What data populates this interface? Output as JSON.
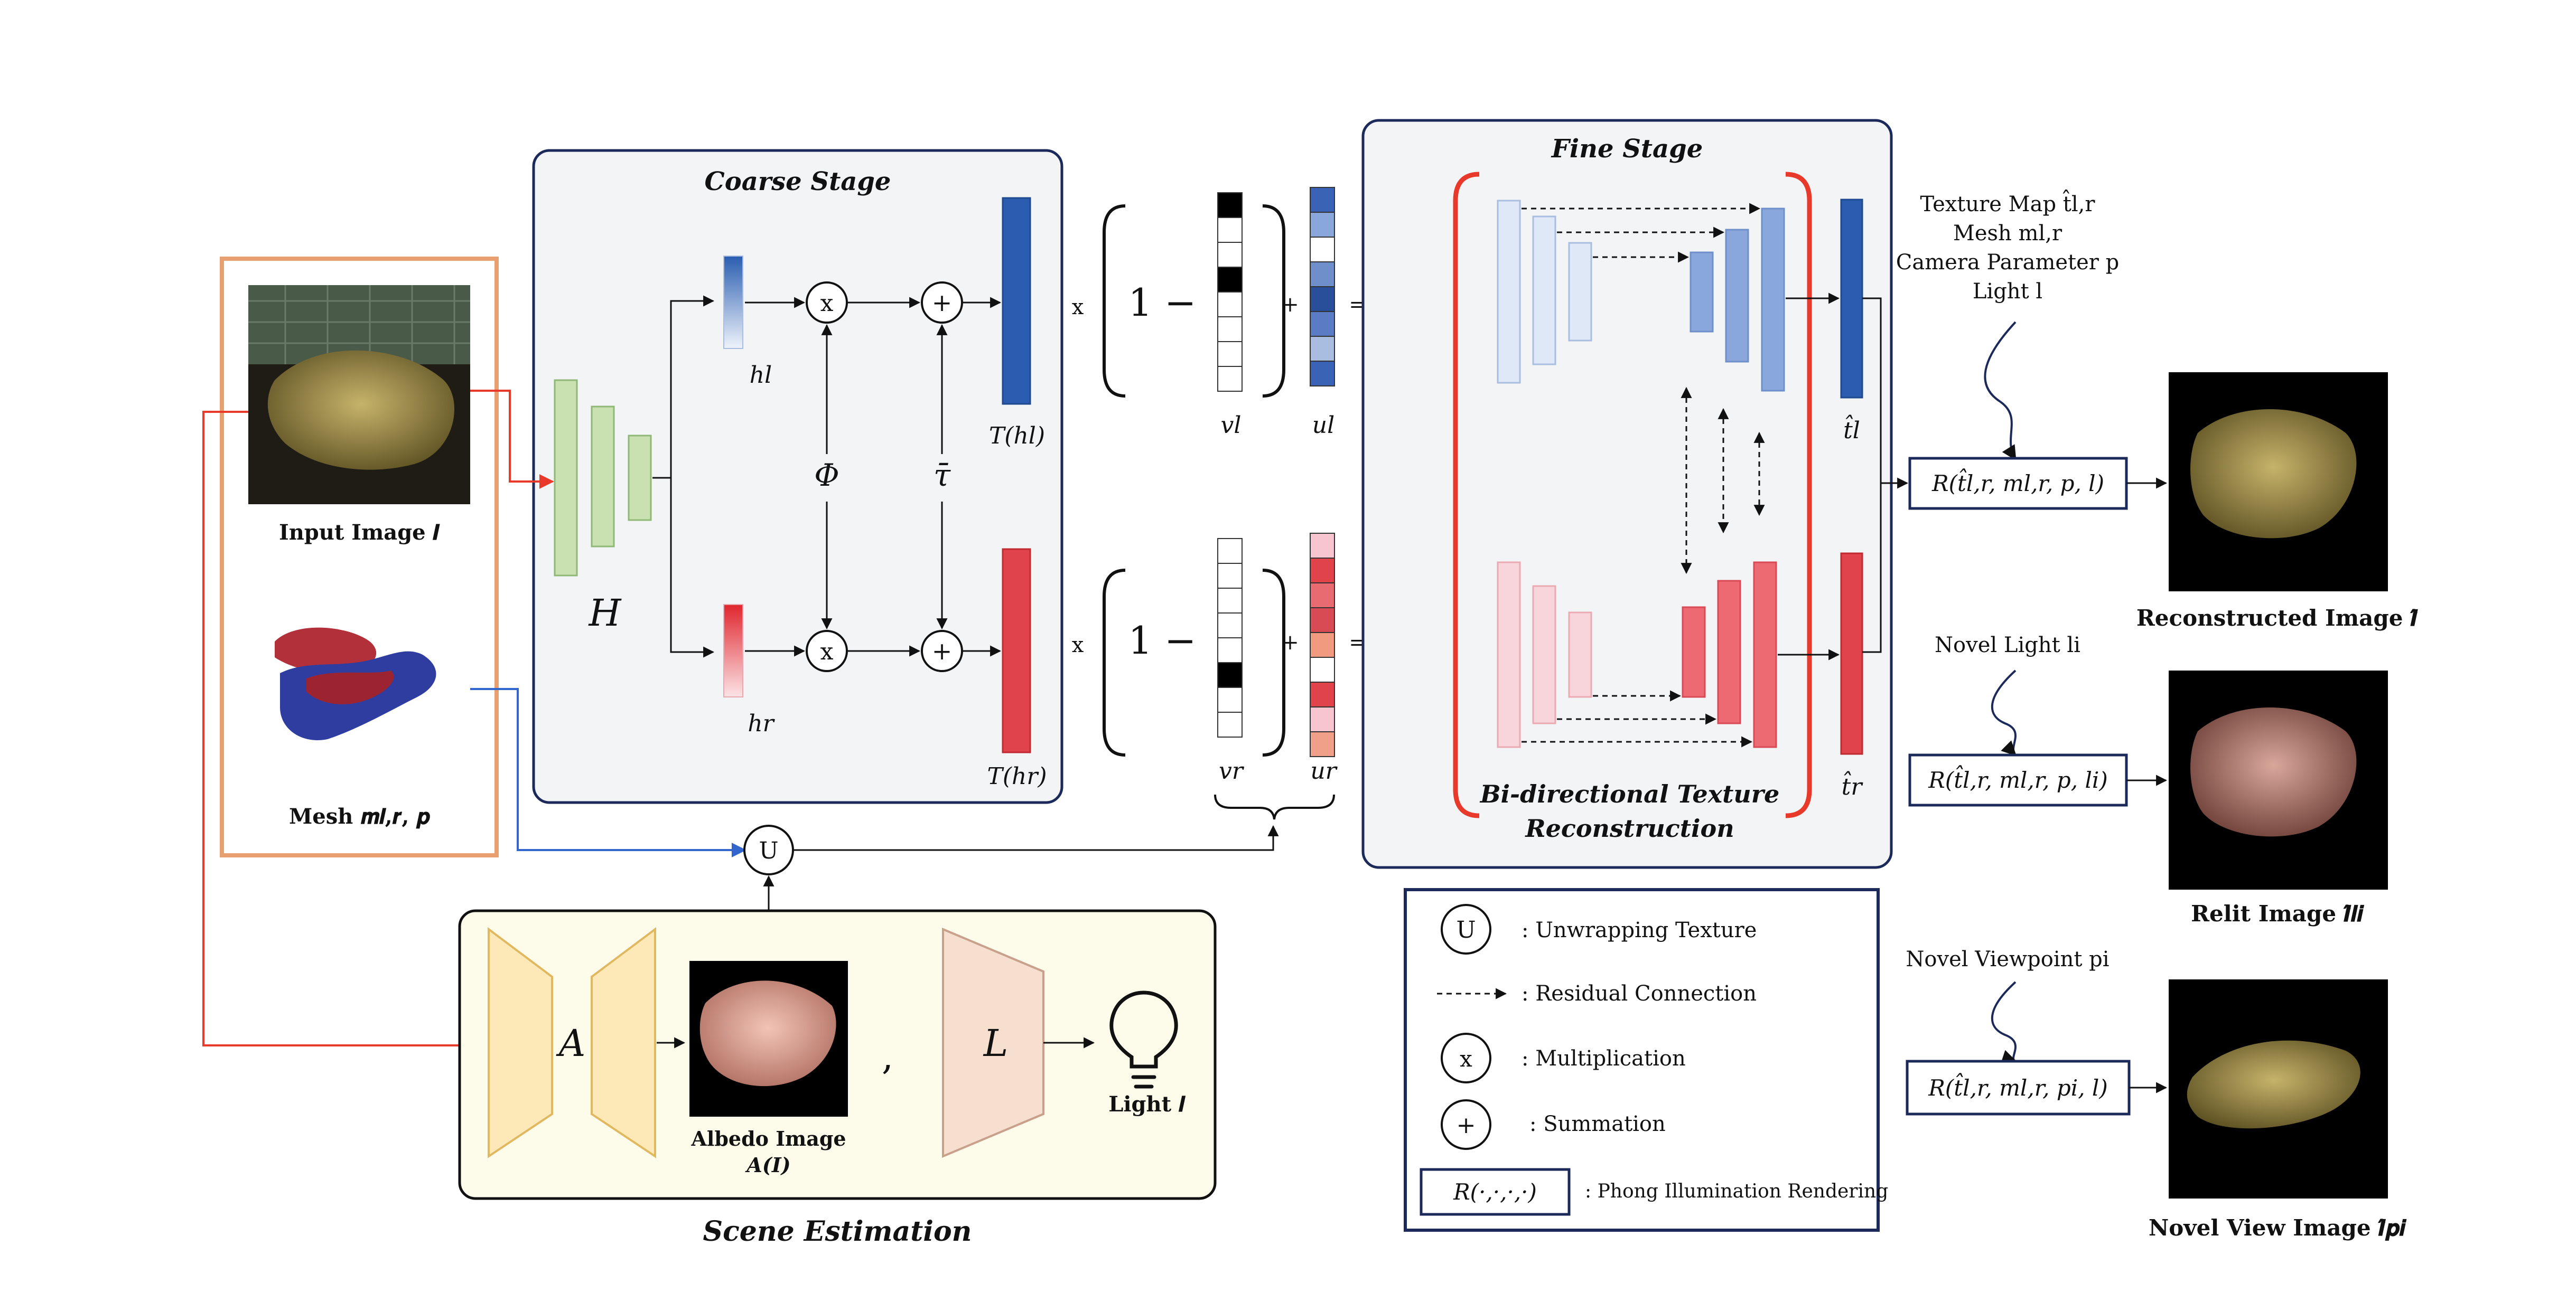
{
  "colors": {
    "blue_dark": "#2a5db0",
    "blue_light": "#c9d8f0",
    "red_dark": "#e0434a",
    "red_light": "#f7cdd3",
    "green": "#c9e0b0",
    "orange_border": "#e8a070",
    "yellow_panel": "#fdfbea",
    "peach": "#f6dfcf",
    "navy": "#1b2a5a",
    "arrow_red": "#e8392b",
    "arrow_blue": "#3366cc"
  },
  "input": {
    "image_label": "Input Image 𝑰",
    "mesh_label": "Mesh 𝒎𝒍,𝒓, 𝒑"
  },
  "coarse": {
    "title": "Coarse Stage",
    "encoder": "H",
    "h_l": "hl",
    "h_r": "hr",
    "phi": "Φ",
    "tau": "τ̄",
    "T_hl": "T(hl)",
    "T_hr": "T(hr)",
    "times_glyph": "x",
    "plus_glyph": "+"
  },
  "mixing": {
    "op_x": "x",
    "one_minus": "1 −",
    "op_plus": "+",
    "op_eq": "=",
    "v_l": "vl",
    "u_l": "ul",
    "t_l": "tl",
    "v_r": "vr",
    "u_r": "ur",
    "t_r": "tr"
  },
  "fine": {
    "title": "Fine Stage",
    "sub_title_1": "Bi-directional Texture",
    "sub_title_2": "Reconstruction",
    "t_hat_l": "t̂l",
    "t_hat_r": "t̂r"
  },
  "unwrap_node": "U",
  "scene": {
    "title": "Scene Estimation",
    "A": "A",
    "L": "L",
    "albedo_1": "Albedo Image",
    "albedo_2": "A(𝑰)",
    "comma": ",",
    "light": "Light 𝒍"
  },
  "render_inputs": {
    "line1": "Texture Map t̂l,r",
    "line2": "Mesh ml,r",
    "line3": "Camera Parameter p",
    "line4": "Light l"
  },
  "renders": {
    "r1": "R(t̂l,r, ml,r, p, l)",
    "r2": "R(t̂l,r, ml,r, p, li)",
    "r3": "R(t̂l,r, ml,r, pi, l)",
    "novel_light": "Novel Light li",
    "novel_view": "Novel Viewpoint pi"
  },
  "outputs": {
    "reconstructed": "Reconstructed  Image  𝑰̂",
    "relit": "Relit  Image 𝑰̂𝒍𝒊",
    "novel": "Novel View Image 𝑰̂𝒑𝒊"
  },
  "legend": {
    "u_sym": "U",
    "u_text": ": Unwrapping Texture",
    "res_text": ": Residual Connection",
    "x_sym": "x",
    "x_text": ": Multiplication",
    "p_sym": "+",
    "p_text": ": Summation",
    "r_sym": "R(·,·,·,·)",
    "r_text": ": Phong Illumination Rendering"
  }
}
